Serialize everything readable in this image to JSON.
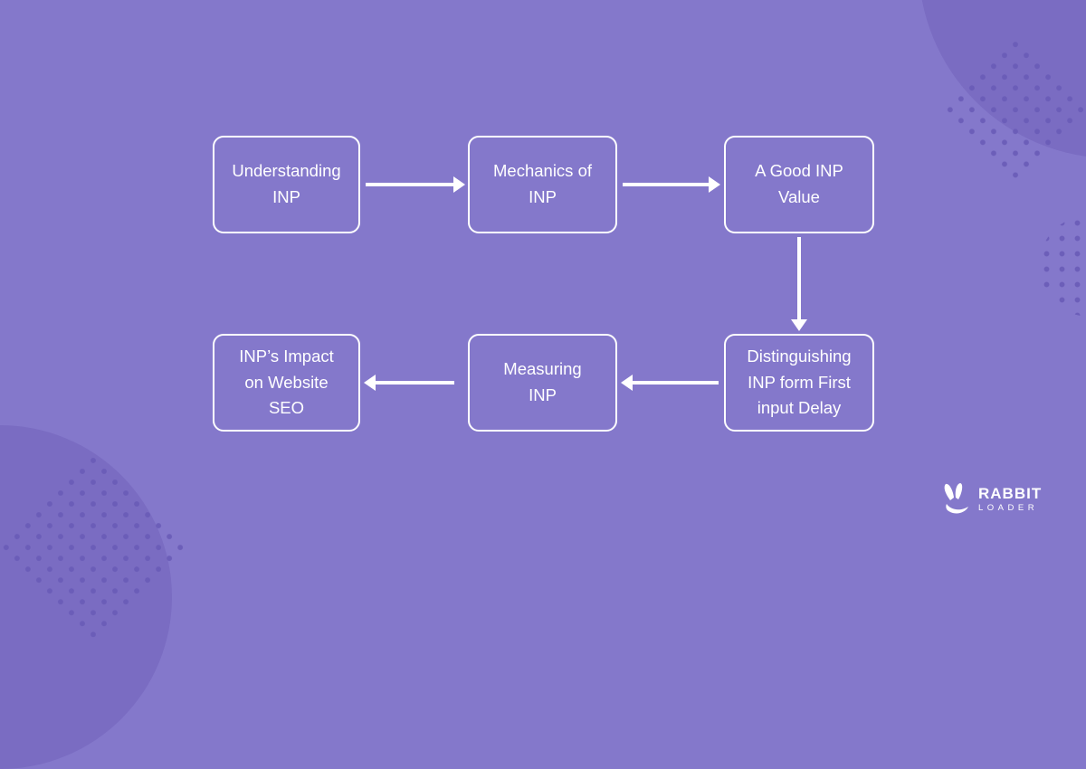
{
  "canvas": {
    "background_color": "#8478CB",
    "shape_color": "#7A6CC2",
    "dot_color": "#685AB6",
    "line_color": "#FFFFFF"
  },
  "diagram": {
    "nodes": [
      {
        "id": "understanding-inp",
        "label": "Understanding\nINP"
      },
      {
        "id": "mechanics-of-inp",
        "label": "Mechanics of\nINP"
      },
      {
        "id": "good-inp-value",
        "label": "A Good INP\nValue"
      },
      {
        "id": "distinguishing-inp",
        "label": "Distinguishing\nINP form First\ninput Delay"
      },
      {
        "id": "measuring-inp",
        "label": "Measuring\nINP"
      },
      {
        "id": "inp-impact-seo",
        "label": "INP’s Impact\non Website\nSEO"
      }
    ],
    "edges": [
      {
        "from": "understanding-inp",
        "to": "mechanics-of-inp",
        "direction": "right"
      },
      {
        "from": "mechanics-of-inp",
        "to": "good-inp-value",
        "direction": "right"
      },
      {
        "from": "good-inp-value",
        "to": "distinguishing-inp",
        "direction": "down"
      },
      {
        "from": "distinguishing-inp",
        "to": "measuring-inp",
        "direction": "left"
      },
      {
        "from": "measuring-inp",
        "to": "inp-impact-seo",
        "direction": "left"
      }
    ]
  },
  "logo": {
    "line1": "RABBIT",
    "line2": "LOADER"
  }
}
